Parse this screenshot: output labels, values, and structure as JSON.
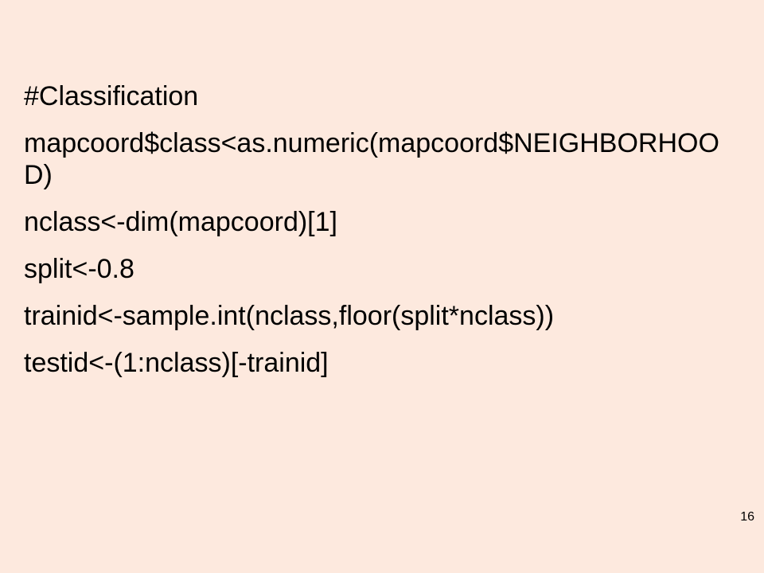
{
  "slide": {
    "lines": [
      "#Classification",
      "mapcoord$class<as.numeric(mapcoord$NEIGHBORHOOD)",
      "nclass<-dim(mapcoord)[1]",
      "split<-0.8",
      "trainid<-sample.int(nclass,floor(split*nclass))",
      "testid<-(1:nclass)[-trainid]"
    ],
    "page_number": "16"
  }
}
